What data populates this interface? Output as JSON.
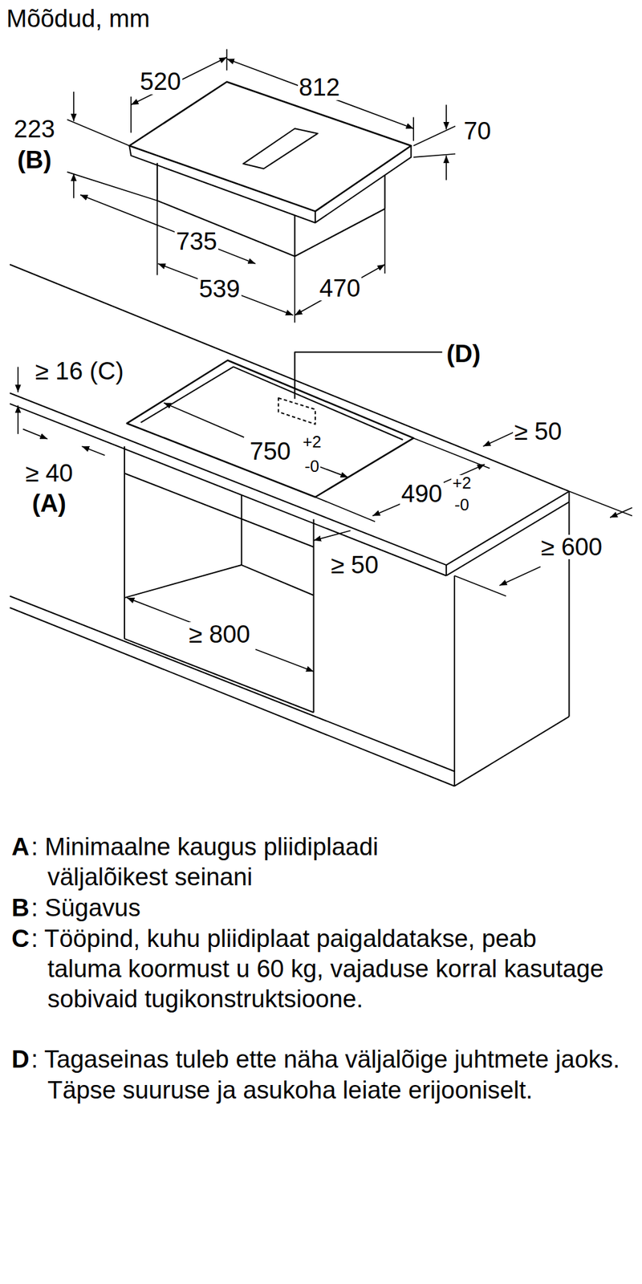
{
  "diagram": {
    "title": "Mõõdud, mm",
    "labels": [
      "520",
      "812",
      "223",
      "(B)",
      "70",
      "735",
      "539",
      "470",
      "≥ 16 (C)",
      "(D)",
      "750",
      "+2",
      "-0",
      "≥ 50",
      "490",
      "+2",
      "-0",
      "≥ 40",
      "(A)",
      "≥ 600",
      "≥ 50",
      "≥ 800",
      "A",
      ": Minimaalne kaugus pliidiplaadi väljalõikest seinani",
      "B",
      ": Sügavus",
      "C",
      ": Tööpind, kuhu pliidiplaat paigaldatakse, peab taluma koormust u 60 kg, vajaduse korral kasutage sobivaid tugikonstruktsioone.",
      "D",
      ": Tagaseinas tuleb ette näha väljalõige juhtmete jaoks. Täpse suuruse ja asukoha leiate erijooniselt."
    ]
  }
}
